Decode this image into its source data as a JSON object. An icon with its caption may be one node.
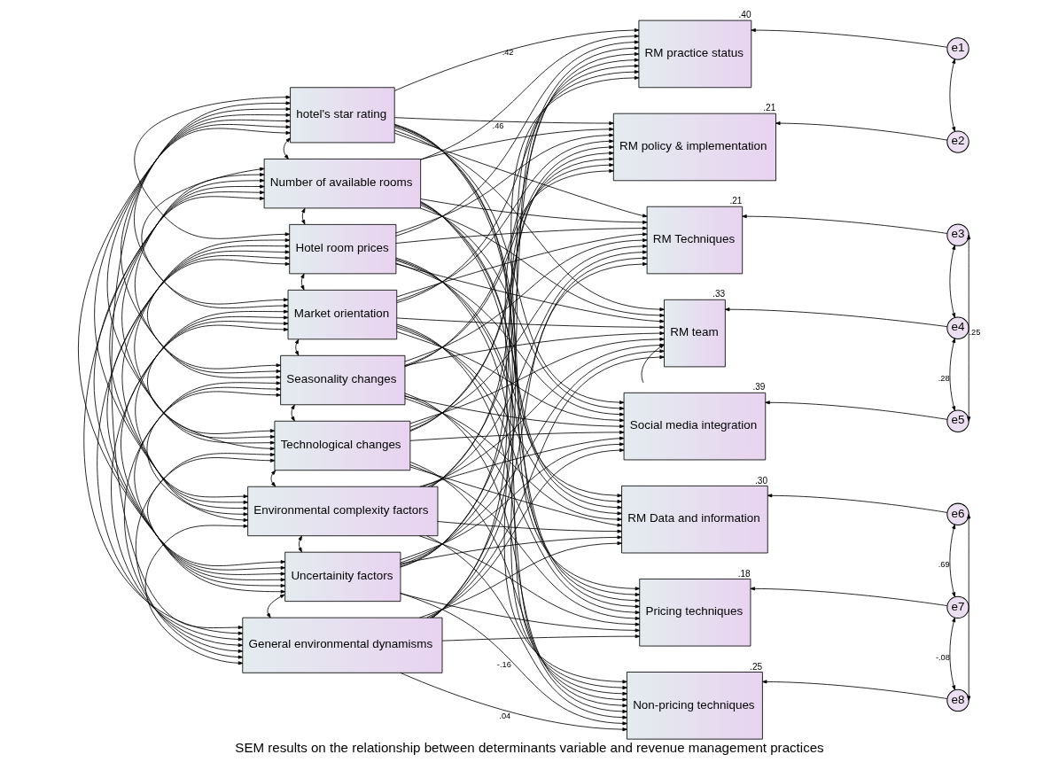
{
  "diagram": {
    "caption": "SEM results on the relationship between determinants variable and revenue management practices",
    "nodes": [
      {
        "text": [
          "hotel's star rating"
        ]
      },
      {
        "text": [
          "Number of available rooms"
        ]
      },
      {
        "text": [
          "Hotel room prices"
        ]
      },
      {
        "text": [
          "Market orientation"
        ]
      },
      {
        "text": [
          "Seasonality changes"
        ]
      },
      {
        "text": [
          "Technological changes"
        ]
      },
      {
        "text": [
          "Environmental complexity factors"
        ]
      },
      {
        "text": [
          "Uncertainity factors"
        ]
      },
      {
        "text": [
          "General environmental dynamisms"
        ]
      },
      {
        "text": [
          "RM practice status"
        ],
        "beside": [
          ".40"
        ]
      },
      {
        "text": [
          "RM policy & implementation"
        ],
        "beside": [
          ".21"
        ]
      },
      {
        "text": [
          "RM Techniques"
        ],
        "beside": [
          ".21"
        ]
      },
      {
        "text": [
          "RM team"
        ],
        "beside": [
          ".33"
        ]
      },
      {
        "text": [
          "Social media integration"
        ],
        "beside": [
          ".39"
        ]
      },
      {
        "text": [
          "RM Data and information"
        ],
        "beside": [
          ".30"
        ]
      },
      {
        "text": [
          "Pricing techniques"
        ],
        "beside": [
          ".18"
        ]
      },
      {
        "text": [
          "Non-pricing techniques"
        ],
        "beside": [
          ".25"
        ]
      },
      {
        "text": [
          "e1"
        ]
      },
      {
        "text": [
          "e2"
        ]
      },
      {
        "text": [
          "e3"
        ]
      },
      {
        "text": [
          "e4"
        ]
      },
      {
        "text": [
          "e5"
        ]
      },
      {
        "text": [
          "e6"
        ]
      },
      {
        "text": [
          "e7"
        ]
      },
      {
        "text": [
          "e8"
        ]
      }
    ],
    "edges": [
      {
        "from": 0,
        "to": 9,
        "arrow": "to",
        "label": ".42"
      },
      {
        "from": 0,
        "to": 10,
        "arrow": "to",
        "label": ".46"
      },
      {
        "from": 0,
        "to": 11,
        "arrow": "to"
      },
      {
        "from": 0,
        "to": 12,
        "arrow": "to"
      },
      {
        "from": 0,
        "to": 13,
        "arrow": "to"
      },
      {
        "from": 0,
        "to": 14,
        "arrow": "to"
      },
      {
        "from": 0,
        "to": 15,
        "arrow": "to"
      },
      {
        "from": 0,
        "to": 16,
        "arrow": "to"
      },
      {
        "from": 1,
        "to": 9,
        "arrow": "to"
      },
      {
        "from": 1,
        "to": 10,
        "arrow": "to"
      },
      {
        "from": 1,
        "to": 11,
        "arrow": "to"
      },
      {
        "from": 1,
        "to": 12,
        "arrow": "to"
      },
      {
        "from": 1,
        "to": 13,
        "arrow": "to"
      },
      {
        "from": 1,
        "to": 14,
        "arrow": "to"
      },
      {
        "from": 1,
        "to": 15,
        "arrow": "to"
      },
      {
        "from": 1,
        "to": 16,
        "arrow": "to"
      },
      {
        "from": 2,
        "to": 9,
        "arrow": "to"
      },
      {
        "from": 2,
        "to": 10,
        "arrow": "to"
      },
      {
        "from": 2,
        "to": 11,
        "arrow": "to"
      },
      {
        "from": 2,
        "to": 12,
        "arrow": "to"
      },
      {
        "from": 2,
        "to": 13,
        "arrow": "to"
      },
      {
        "from": 2,
        "to": 14,
        "arrow": "to"
      },
      {
        "from": 2,
        "to": 15,
        "arrow": "to"
      },
      {
        "from": 2,
        "to": 16,
        "arrow": "to"
      },
      {
        "from": 3,
        "to": 9,
        "arrow": "to"
      },
      {
        "from": 3,
        "to": 10,
        "arrow": "to"
      },
      {
        "from": 3,
        "to": 11,
        "arrow": "to"
      },
      {
        "from": 3,
        "to": 12,
        "arrow": "to"
      },
      {
        "from": 3,
        "to": 13,
        "arrow": "to"
      },
      {
        "from": 3,
        "to": 14,
        "arrow": "to"
      },
      {
        "from": 3,
        "to": 15,
        "arrow": "to"
      },
      {
        "from": 3,
        "to": 16,
        "arrow": "to"
      },
      {
        "from": 4,
        "to": 9,
        "arrow": "to"
      },
      {
        "from": 4,
        "to": 10,
        "arrow": "to"
      },
      {
        "from": 4,
        "to": 11,
        "arrow": "to"
      },
      {
        "from": 4,
        "to": 12,
        "arrow": "to"
      },
      {
        "from": 4,
        "to": 13,
        "arrow": "to"
      },
      {
        "from": 4,
        "to": 14,
        "arrow": "to"
      },
      {
        "from": 4,
        "to": 15,
        "arrow": "to"
      },
      {
        "from": 4,
        "to": 16,
        "arrow": "to"
      },
      {
        "from": 5,
        "to": 9,
        "arrow": "to"
      },
      {
        "from": 5,
        "to": 10,
        "arrow": "to"
      },
      {
        "from": 5,
        "to": 11,
        "arrow": "to"
      },
      {
        "from": 5,
        "to": 12,
        "arrow": "to"
      },
      {
        "from": 5,
        "to": 13,
        "arrow": "to"
      },
      {
        "from": 5,
        "to": 14,
        "arrow": "to"
      },
      {
        "from": 5,
        "to": 15,
        "arrow": "to"
      },
      {
        "from": 5,
        "to": 16,
        "arrow": "to"
      },
      {
        "from": 6,
        "to": 9,
        "arrow": "to"
      },
      {
        "from": 6,
        "to": 10,
        "arrow": "to"
      },
      {
        "from": 6,
        "to": 11,
        "arrow": "to"
      },
      {
        "from": 6,
        "to": 12,
        "arrow": "to"
      },
      {
        "from": 6,
        "to": 13,
        "arrow": "to"
      },
      {
        "from": 6,
        "to": 14,
        "arrow": "to"
      },
      {
        "from": 6,
        "to": 15,
        "arrow": "to"
      },
      {
        "from": 6,
        "to": 16,
        "arrow": "to"
      },
      {
        "from": 7,
        "to": 9,
        "arrow": "to"
      },
      {
        "from": 7,
        "to": 10,
        "arrow": "to"
      },
      {
        "from": 7,
        "to": 11,
        "arrow": "to"
      },
      {
        "from": 7,
        "to": 12,
        "arrow": "to"
      },
      {
        "from": 7,
        "to": 13,
        "arrow": "to"
      },
      {
        "from": 7,
        "to": 14,
        "arrow": "to"
      },
      {
        "from": 7,
        "to": 15,
        "arrow": "to"
      },
      {
        "from": 7,
        "to": 16,
        "arrow": "to",
        "label": "-.16"
      },
      {
        "from": 8,
        "to": 9,
        "arrow": "to"
      },
      {
        "from": 8,
        "to": 10,
        "arrow": "to"
      },
      {
        "from": 8,
        "to": 11,
        "arrow": "to"
      },
      {
        "from": 8,
        "to": 12,
        "arrow": "to"
      },
      {
        "from": 8,
        "to": 13,
        "arrow": "to"
      },
      {
        "from": 8,
        "to": 14,
        "arrow": "to"
      },
      {
        "from": 8,
        "to": 15,
        "arrow": "to"
      },
      {
        "from": 8,
        "to": 16,
        "arrow": "to",
        "label": ".04"
      },
      {
        "from": 13,
        "to": 12,
        "arrow": "to"
      },
      {
        "from": 0,
        "to": 1,
        "arrow": "both"
      },
      {
        "from": 0,
        "to": 2,
        "arrow": "both"
      },
      {
        "from": 0,
        "to": 3,
        "arrow": "both"
      },
      {
        "from": 0,
        "to": 4,
        "arrow": "both"
      },
      {
        "from": 0,
        "to": 5,
        "arrow": "both"
      },
      {
        "from": 0,
        "to": 6,
        "arrow": "both"
      },
      {
        "from": 0,
        "to": 7,
        "arrow": "both"
      },
      {
        "from": 0,
        "to": 8,
        "arrow": "both"
      },
      {
        "from": 1,
        "to": 2,
        "arrow": "both"
      },
      {
        "from": 1,
        "to": 3,
        "arrow": "both"
      },
      {
        "from": 1,
        "to": 4,
        "arrow": "both"
      },
      {
        "from": 1,
        "to": 5,
        "arrow": "both"
      },
      {
        "from": 1,
        "to": 6,
        "arrow": "both"
      },
      {
        "from": 1,
        "to": 7,
        "arrow": "both"
      },
      {
        "from": 1,
        "to": 8,
        "arrow": "both"
      },
      {
        "from": 2,
        "to": 3,
        "arrow": "both"
      },
      {
        "from": 2,
        "to": 4,
        "arrow": "both"
      },
      {
        "from": 2,
        "to": 5,
        "arrow": "both"
      },
      {
        "from": 2,
        "to": 6,
        "arrow": "both"
      },
      {
        "from": 2,
        "to": 7,
        "arrow": "both"
      },
      {
        "from": 2,
        "to": 8,
        "arrow": "both"
      },
      {
        "from": 3,
        "to": 4,
        "arrow": "both"
      },
      {
        "from": 3,
        "to": 5,
        "arrow": "both"
      },
      {
        "from": 3,
        "to": 6,
        "arrow": "both"
      },
      {
        "from": 3,
        "to": 7,
        "arrow": "both"
      },
      {
        "from": 3,
        "to": 8,
        "arrow": "both"
      },
      {
        "from": 4,
        "to": 5,
        "arrow": "both"
      },
      {
        "from": 4,
        "to": 6,
        "arrow": "both"
      },
      {
        "from": 4,
        "to": 7,
        "arrow": "both"
      },
      {
        "from": 4,
        "to": 8,
        "arrow": "both"
      },
      {
        "from": 5,
        "to": 6,
        "arrow": "both"
      },
      {
        "from": 5,
        "to": 7,
        "arrow": "both"
      },
      {
        "from": 5,
        "to": 8,
        "arrow": "both"
      },
      {
        "from": 6,
        "to": 7,
        "arrow": "both"
      },
      {
        "from": 6,
        "to": 8,
        "arrow": "both"
      },
      {
        "from": 7,
        "to": 8,
        "arrow": "both"
      },
      {
        "from": 17,
        "to": 9,
        "arrow": "to"
      },
      {
        "from": 18,
        "to": 10,
        "arrow": "to"
      },
      {
        "from": 19,
        "to": 11,
        "arrow": "to"
      },
      {
        "from": 20,
        "to": 12,
        "arrow": "to"
      },
      {
        "from": 21,
        "to": 13,
        "arrow": "to"
      },
      {
        "from": 22,
        "to": 14,
        "arrow": "to"
      },
      {
        "from": 23,
        "to": 15,
        "arrow": "to"
      },
      {
        "from": 24,
        "to": 16,
        "arrow": "to"
      },
      {
        "from": 17,
        "to": 18,
        "arrow": "both"
      },
      {
        "from": 19,
        "to": 20,
        "arrow": "both"
      },
      {
        "from": 19,
        "to": 21,
        "arrow": "both",
        "label": ".25"
      },
      {
        "from": 20,
        "to": 21,
        "arrow": "both",
        "label": ".28"
      },
      {
        "from": 22,
        "to": 23,
        "arrow": "both",
        "label": ".69"
      },
      {
        "from": 23,
        "to": 24,
        "arrow": "both",
        "label": "-.08"
      },
      {
        "from": 22,
        "to": 24,
        "arrow": "both"
      }
    ]
  }
}
